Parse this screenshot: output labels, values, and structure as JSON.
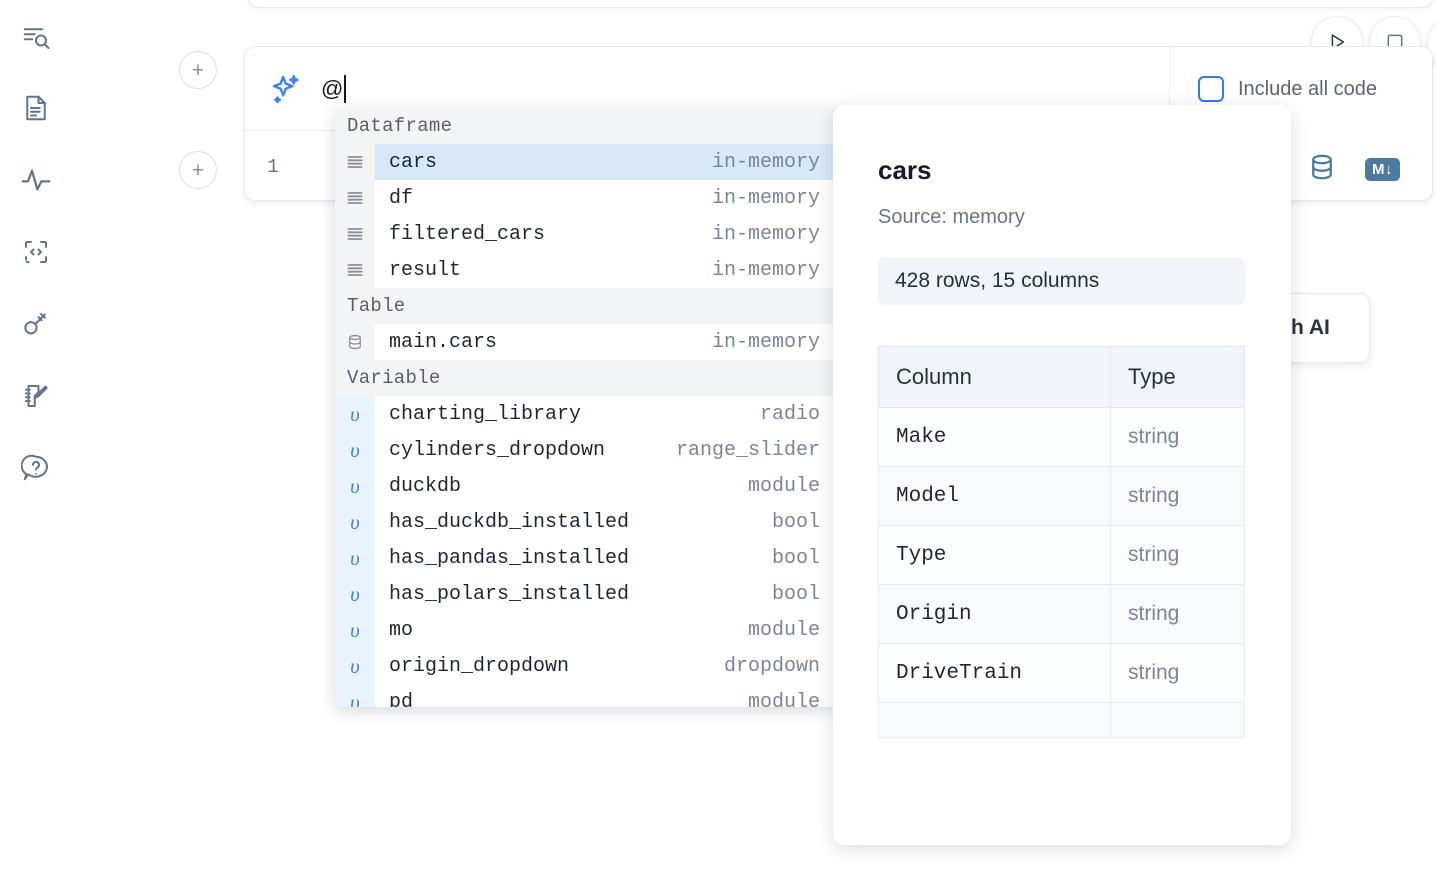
{
  "rail": {
    "items": [
      {
        "name": "explore-search-icon",
        "label": "Explore"
      },
      {
        "name": "file-document-icon",
        "label": "Notebook files"
      },
      {
        "name": "activity-pulse-icon",
        "label": "Activity"
      },
      {
        "name": "code-snippet-icon",
        "label": "Snippets"
      },
      {
        "name": "key-icon",
        "label": "Secrets"
      },
      {
        "name": "notebook-edit-icon",
        "label": "Scratchpad"
      },
      {
        "name": "help-chat-icon",
        "label": "Help"
      }
    ]
  },
  "toolbar": {
    "run_label": "▷",
    "stop_label": "□",
    "more_label": "○"
  },
  "cell": {
    "add_button_label": "+",
    "ai_prompt_value": "@",
    "line_number": "1",
    "include_all_code_label": "Include all code",
    "include_all_code_checked": false,
    "sparkle_icon": "sparkle-icon",
    "database_icon": "database-icon",
    "markdown_badge": "M↓"
  },
  "floating_card": {
    "text": "h AI"
  },
  "dropdown": {
    "sections": [
      {
        "title": "Dataframe",
        "kind": "df",
        "icon": "dataframe-icon",
        "items": [
          {
            "name": "cars",
            "type": "in-memory",
            "selected": true
          },
          {
            "name": "df",
            "type": "in-memory",
            "selected": false
          },
          {
            "name": "filtered_cars",
            "type": "in-memory",
            "selected": false
          },
          {
            "name": "result",
            "type": "in-memory",
            "selected": false
          }
        ]
      },
      {
        "title": "Table",
        "kind": "tbl",
        "icon": "table-db-icon",
        "items": [
          {
            "name": "main.cars",
            "type": "in-memory",
            "selected": false
          }
        ]
      },
      {
        "title": "Variable",
        "kind": "var",
        "icon": "variable-icon",
        "items": [
          {
            "name": "charting_library",
            "type": "radio",
            "selected": false
          },
          {
            "name": "cylinders_dropdown",
            "type": "range_slider",
            "selected": false
          },
          {
            "name": "duckdb",
            "type": "module",
            "selected": false
          },
          {
            "name": "has_duckdb_installed",
            "type": "bool",
            "selected": false
          },
          {
            "name": "has_pandas_installed",
            "type": "bool",
            "selected": false
          },
          {
            "name": "has_polars_installed",
            "type": "bool",
            "selected": false
          },
          {
            "name": "mo",
            "type": "module",
            "selected": false
          },
          {
            "name": "origin_dropdown",
            "type": "dropdown",
            "selected": false
          },
          {
            "name": "pd",
            "type": "module",
            "selected": false
          }
        ]
      }
    ],
    "variable_glyph": "υ"
  },
  "detail": {
    "title": "cars",
    "source": "Source: memory",
    "shape": "428 rows, 15 columns",
    "table": {
      "headers": [
        "Column",
        "Type"
      ],
      "rows": [
        [
          "Make",
          "string"
        ],
        [
          "Model",
          "string"
        ],
        [
          "Type",
          "string"
        ],
        [
          "Origin",
          "string"
        ],
        [
          "DriveTrain",
          "string"
        ],
        [
          "",
          ""
        ]
      ]
    }
  },
  "colors": {
    "accent_blue": "#3b82f6",
    "selected_row": "#d7e8fa",
    "variable_stripe": "#e9f3fd",
    "section_header": "#f3f4f6",
    "steel_blue": "#4b7a9e",
    "muted_text": "#7c8596"
  }
}
